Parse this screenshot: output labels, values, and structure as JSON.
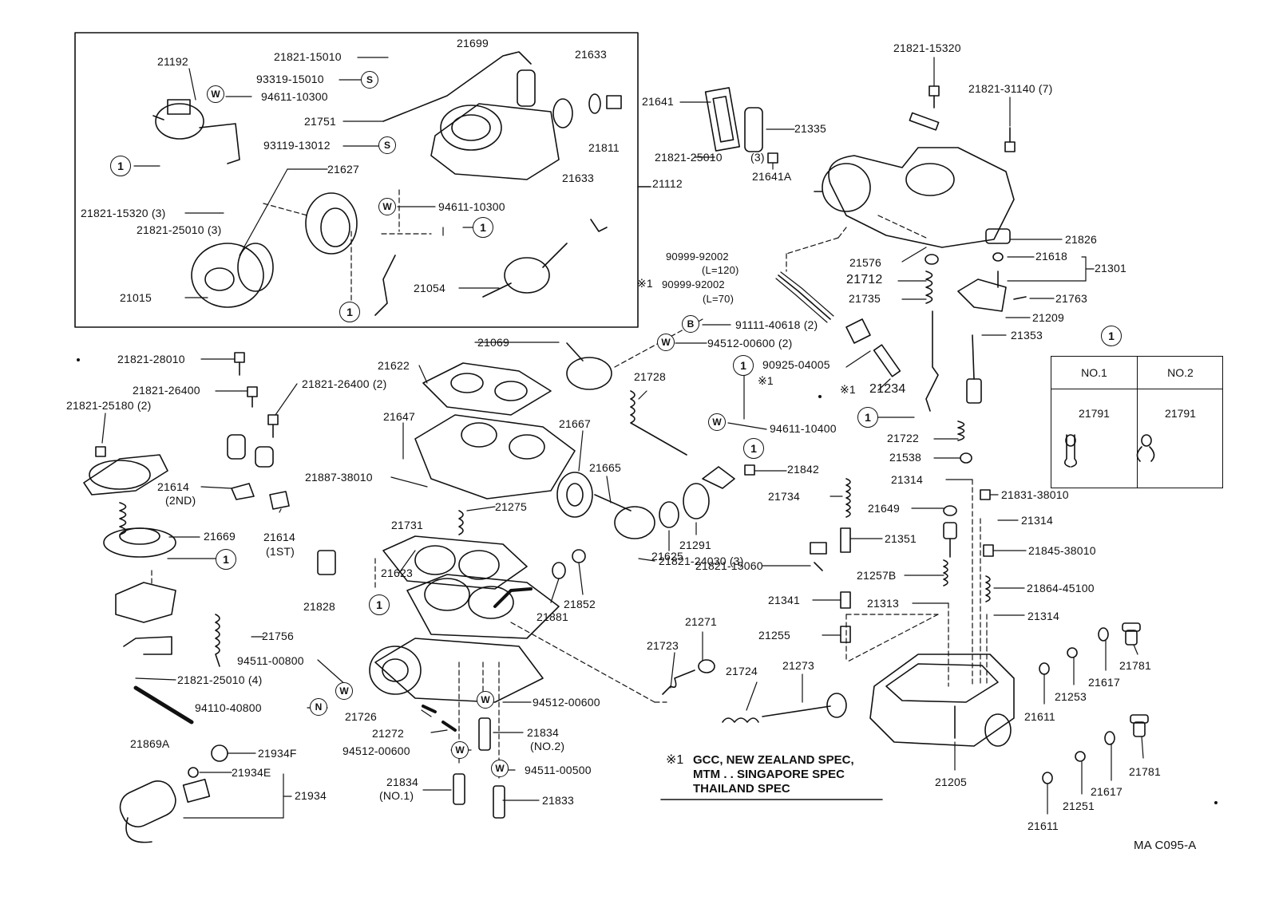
{
  "labels": {
    "p21192": "21192",
    "p21821_15010": "21821-15010",
    "p21699": "21699",
    "p21633_top": "21633",
    "p93319_15010": "93319-15010",
    "p94611_10300_a": "94611-10300",
    "p21751": "21751",
    "p21811": "21811",
    "p93119_13012": "93119-13012",
    "p21633_bot": "21633",
    "p21627": "21627",
    "p21112": "21112",
    "p21821_15320_3": "21821-15320 (3)",
    "p94611_10300_b": "94611-10300",
    "p21821_25010_3": "21821-25010 (3)",
    "p21054": "21054",
    "p21015": "21015",
    "p21641": "21641",
    "p21335": "21335",
    "p21821_25010_b": "21821-25010",
    "p21641_qty": "(3)",
    "p21641A": "21641A",
    "p21821_15320_r": "21821-15320",
    "p21821_31140": "21821-31140 (7)",
    "p21826": "21826",
    "p90999_92002_a": "90999-92002",
    "p90999_l120": "(L=120)",
    "p90999_92002_b": "90999-92002",
    "p90999_l70": "(L=70)",
    "p21576": "21576",
    "p21712": "21712",
    "p21735": "21735",
    "p21618": "21618",
    "p21301": "21301",
    "p21763": "21763",
    "p21209": "21209",
    "p21353": "21353",
    "p91111_40618": "91111-40618 (2)",
    "p94512_00600_2": "94512-00600 (2)",
    "p90925_04005": "90925-04005",
    "p21234": "21234",
    "p94611_10400": "94611-10400",
    "p21722": "21722",
    "p21538": "21538",
    "p21069": "21069",
    "p21728": "21728",
    "p21622": "21622",
    "p21647": "21647",
    "p21667": "21667",
    "p21665": "21665",
    "p21842": "21842",
    "p21314_a": "21314",
    "p21831_38010": "21831-38010",
    "p21734": "21734",
    "p21649": "21649",
    "p21314_b": "21314",
    "p21351": "21351",
    "p21845_38010": "21845-38010",
    "p21821_15060": "21821-15060",
    "p21257B": "21257B",
    "p21864_45100": "21864-45100",
    "p21341": "21341",
    "p21313": "21313",
    "p21314_c": "21314",
    "p21255": "21255",
    "p21781_a": "21781",
    "p21617_a": "21617",
    "p21253": "21253",
    "p21611_a": "21611",
    "p21205": "21205",
    "p21781_b": "21781",
    "p21617_b": "21617",
    "p21251": "21251",
    "p21611_b": "21611",
    "p21821_28010": "21821-28010",
    "p21821_26400_a": "21821-26400",
    "p21821_26400_2": "21821-26400 (2)",
    "p21821_25180": "21821-25180 (2)",
    "p21614_2nd": "21614",
    "p21614_2nd_q": "(2ND)",
    "p21614_1st": "21614",
    "p21614_1st_q": "(1ST)",
    "p21669": "21669",
    "p21887_38010": "21887-38010",
    "p21275": "21275",
    "p21731": "21731",
    "p21623": "21623",
    "p21828": "21828",
    "p21625": "21625",
    "p21291": "21291",
    "p21821_24030": "21821-24030 (3)",
    "p21881": "21881",
    "p21852": "21852",
    "p21756": "21756",
    "p94511_00800": "94511-00800",
    "p21821_25010_4": "21821-25010 (4)",
    "p94110_40800": "94110-40800",
    "p21869A": "21869A",
    "p21726": "21726",
    "p21272": "21272",
    "p94512_00600_c": "94512-00600",
    "p94512_00600_d": "94512-00600",
    "p21834_no2": "21834",
    "p21834_no2_q": "(NO.2)",
    "p21834_no1": "21834",
    "p21834_no1_q": "(NO.1)",
    "p94511_00500": "94511-00500",
    "p21833": "21833",
    "p21934F": "21934F",
    "p21934E": "21934E",
    "p21934": "21934",
    "p21723": "21723",
    "p21271": "21271",
    "p21724": "21724",
    "p21273": "21273"
  },
  "symbols": {
    "one": "1",
    "W": "W",
    "S": "S",
    "B": "B",
    "N": "N",
    "asterisk_one": "※1"
  },
  "spec_note": {
    "line1": "GCC, NEW ZEALAND SPEC,",
    "line2": "MTM . . SINGAPORE SPEC",
    "line3": "THAILAND SPEC"
  },
  "table": {
    "header_no1": "NO.1",
    "header_no2": "NO.2",
    "cell_no1": "21791",
    "cell_no2": "21791"
  },
  "drawing_code": "MA C095-A"
}
